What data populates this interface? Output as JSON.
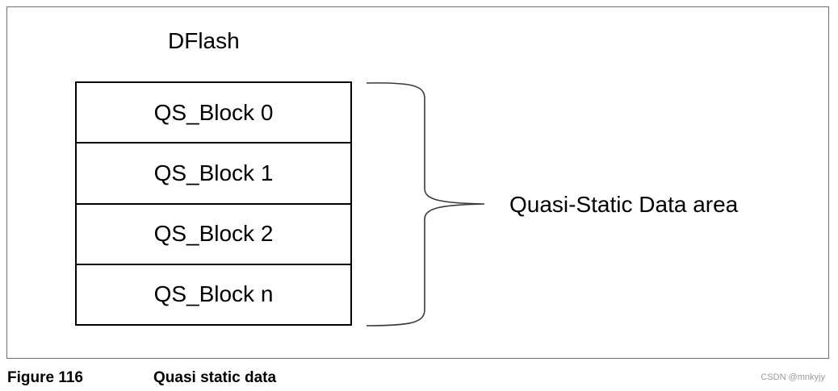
{
  "diagram": {
    "memory_title": "DFlash",
    "blocks": [
      {
        "label": "QS_Block 0"
      },
      {
        "label": "QS_Block 1"
      },
      {
        "label": "QS_Block 2"
      },
      {
        "label": "QS_Block n"
      }
    ],
    "brace_label": "Quasi-Static Data area"
  },
  "caption": {
    "figure_number": "Figure 116",
    "figure_title": "Quasi static data"
  },
  "watermark": "CSDN @mnkyjy"
}
